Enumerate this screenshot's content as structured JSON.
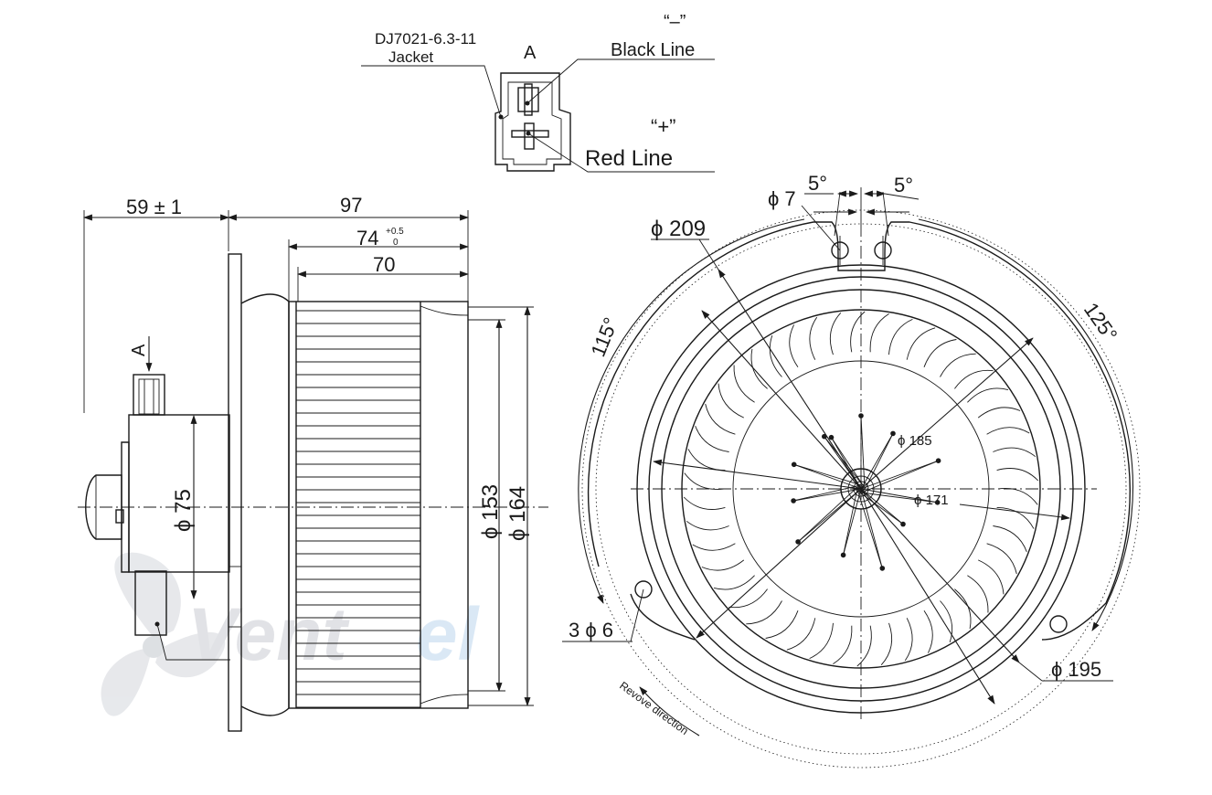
{
  "connector": {
    "part": "DJ7021-6.3-11",
    "jacket": "Jacket",
    "view": "A",
    "neg_symbol": "“–”",
    "neg_label": "Black Line",
    "pos_symbol": "“+”",
    "pos_label": "Red Line"
  },
  "side_view": {
    "dim_59": "59 ± 1",
    "dim_97": "97",
    "dim_74": "74",
    "dim_74_tol_upper": "+0.5",
    "dim_74_tol_lower": "0",
    "dim_70": "70",
    "view_marker": "A",
    "dia_75": "ϕ 75",
    "dia_153": "ϕ 153",
    "dia_164": "ϕ 164"
  },
  "front_view": {
    "hole_dia": "ϕ 7",
    "angle_left": "5°",
    "angle_right": "5°",
    "dia_209": "ϕ 209",
    "angle_115": "115°",
    "angle_125": "125°",
    "dia_185": "ϕ 185",
    "dia_171": "ϕ 171",
    "holes_3": "3 ϕ 6",
    "dia_195": "ϕ 195",
    "rotation": "Revove direction"
  },
  "watermark": {
    "text_dark": "Vent",
    "text_light": "el",
    "color_dark": "#c9ccd2",
    "color_light": "#bcd6ee"
  }
}
